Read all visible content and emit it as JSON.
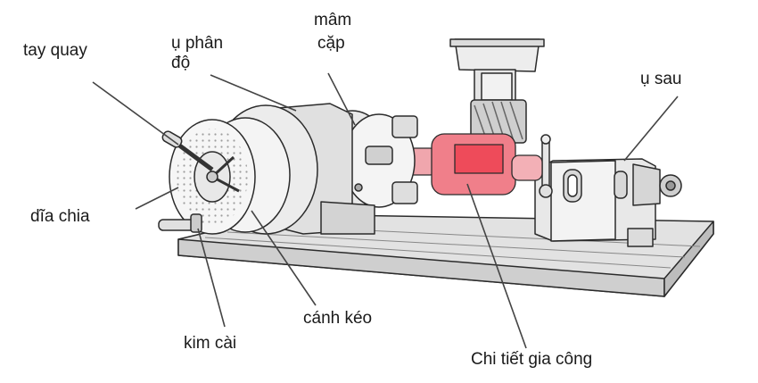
{
  "labels": {
    "tay_quay": "tay  quay",
    "u_phan_do_1": "ụ phân",
    "u_phan_do_2": "độ",
    "mam_cap_1": "mâm",
    "mam_cap_2": "cặp",
    "u_sau": "ụ sau",
    "dia_chia": "dĩa chia",
    "canh_keo": "cánh kéo",
    "kim_cai": "kim cài",
    "chi_tiet_gia_cong": "Chi tiết gia công"
  },
  "colors": {
    "workpiece": "#f07f8a",
    "workpiece_highlight": "#ee4b5a",
    "stroke": "#2b2b2b",
    "metal_light": "#ececec",
    "metal_mid": "#d6d6d6"
  }
}
